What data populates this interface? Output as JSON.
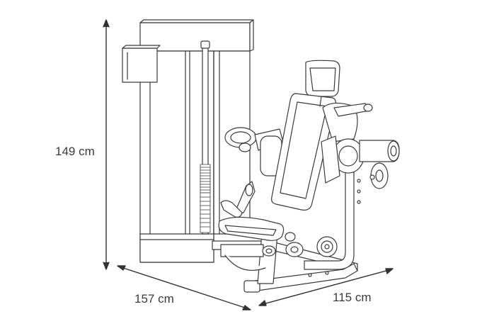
{
  "dimensions": {
    "height": "149 cm",
    "length": "157 cm",
    "width": "115 cm"
  },
  "colors": {
    "line": "#3a3a3a",
    "fill": "#ffffff",
    "accent": "#d8d8d8"
  }
}
